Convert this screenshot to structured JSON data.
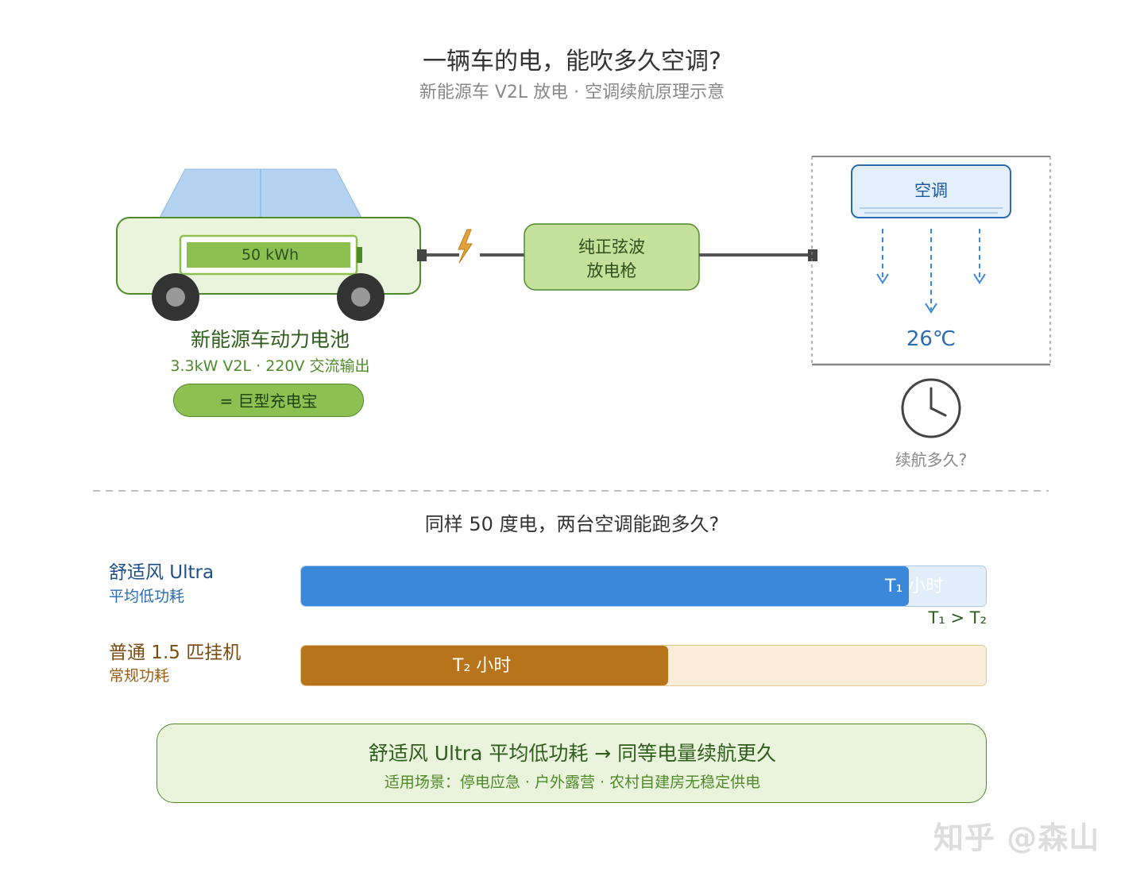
{
  "header": {
    "title": "一辆车的电，能吹多久空调?",
    "subtitle": "新能源车 V2L 放电 · 空调续航原理示意"
  },
  "car": {
    "battery_label": "50 kWh",
    "title": "新能源车动力电池",
    "subtitle": "3.3kW V2L · 220V 交流输出",
    "powerbank": "=  巨型充电宝"
  },
  "gun": {
    "line1": "纯正弦波",
    "line2": "放电枪"
  },
  "ac": {
    "label": "空调",
    "temperature": "26℃",
    "question": "续航多久?"
  },
  "comparison": {
    "question": "同样 50 度电，两台空调能跑多久?",
    "rows": [
      {
        "name": "舒适风 Ultra",
        "sub": "平均低功耗",
        "bar_text": "T₁ 小时",
        "fill_fraction": 0.885,
        "fill_color": "#3a88d9",
        "track_color": "#e2eefa",
        "text_color": "#1f4f8a"
      },
      {
        "name": "普通 1.5 匹挂机",
        "sub": "常规功耗",
        "bar_text": "T₂ 小时",
        "fill_fraction": 0.535,
        "fill_color": "#b8741a",
        "track_color": "#faeedb",
        "text_color": "#7a4a10"
      }
    ],
    "relation": "T₁ > T₂"
  },
  "conclusion": {
    "main": "舒适风 Ultra 平均低功耗 → 同等电量续航更久",
    "sub": "适用场景：停电应急 · 户外露营 · 农村自建房无稳定供电"
  },
  "watermark": "知乎 @森山",
  "colors": {
    "green_dark": "#4f8a2a",
    "green_light": "#eaf3dc",
    "blue": "#3a88d9",
    "orange": "#b8741a"
  }
}
